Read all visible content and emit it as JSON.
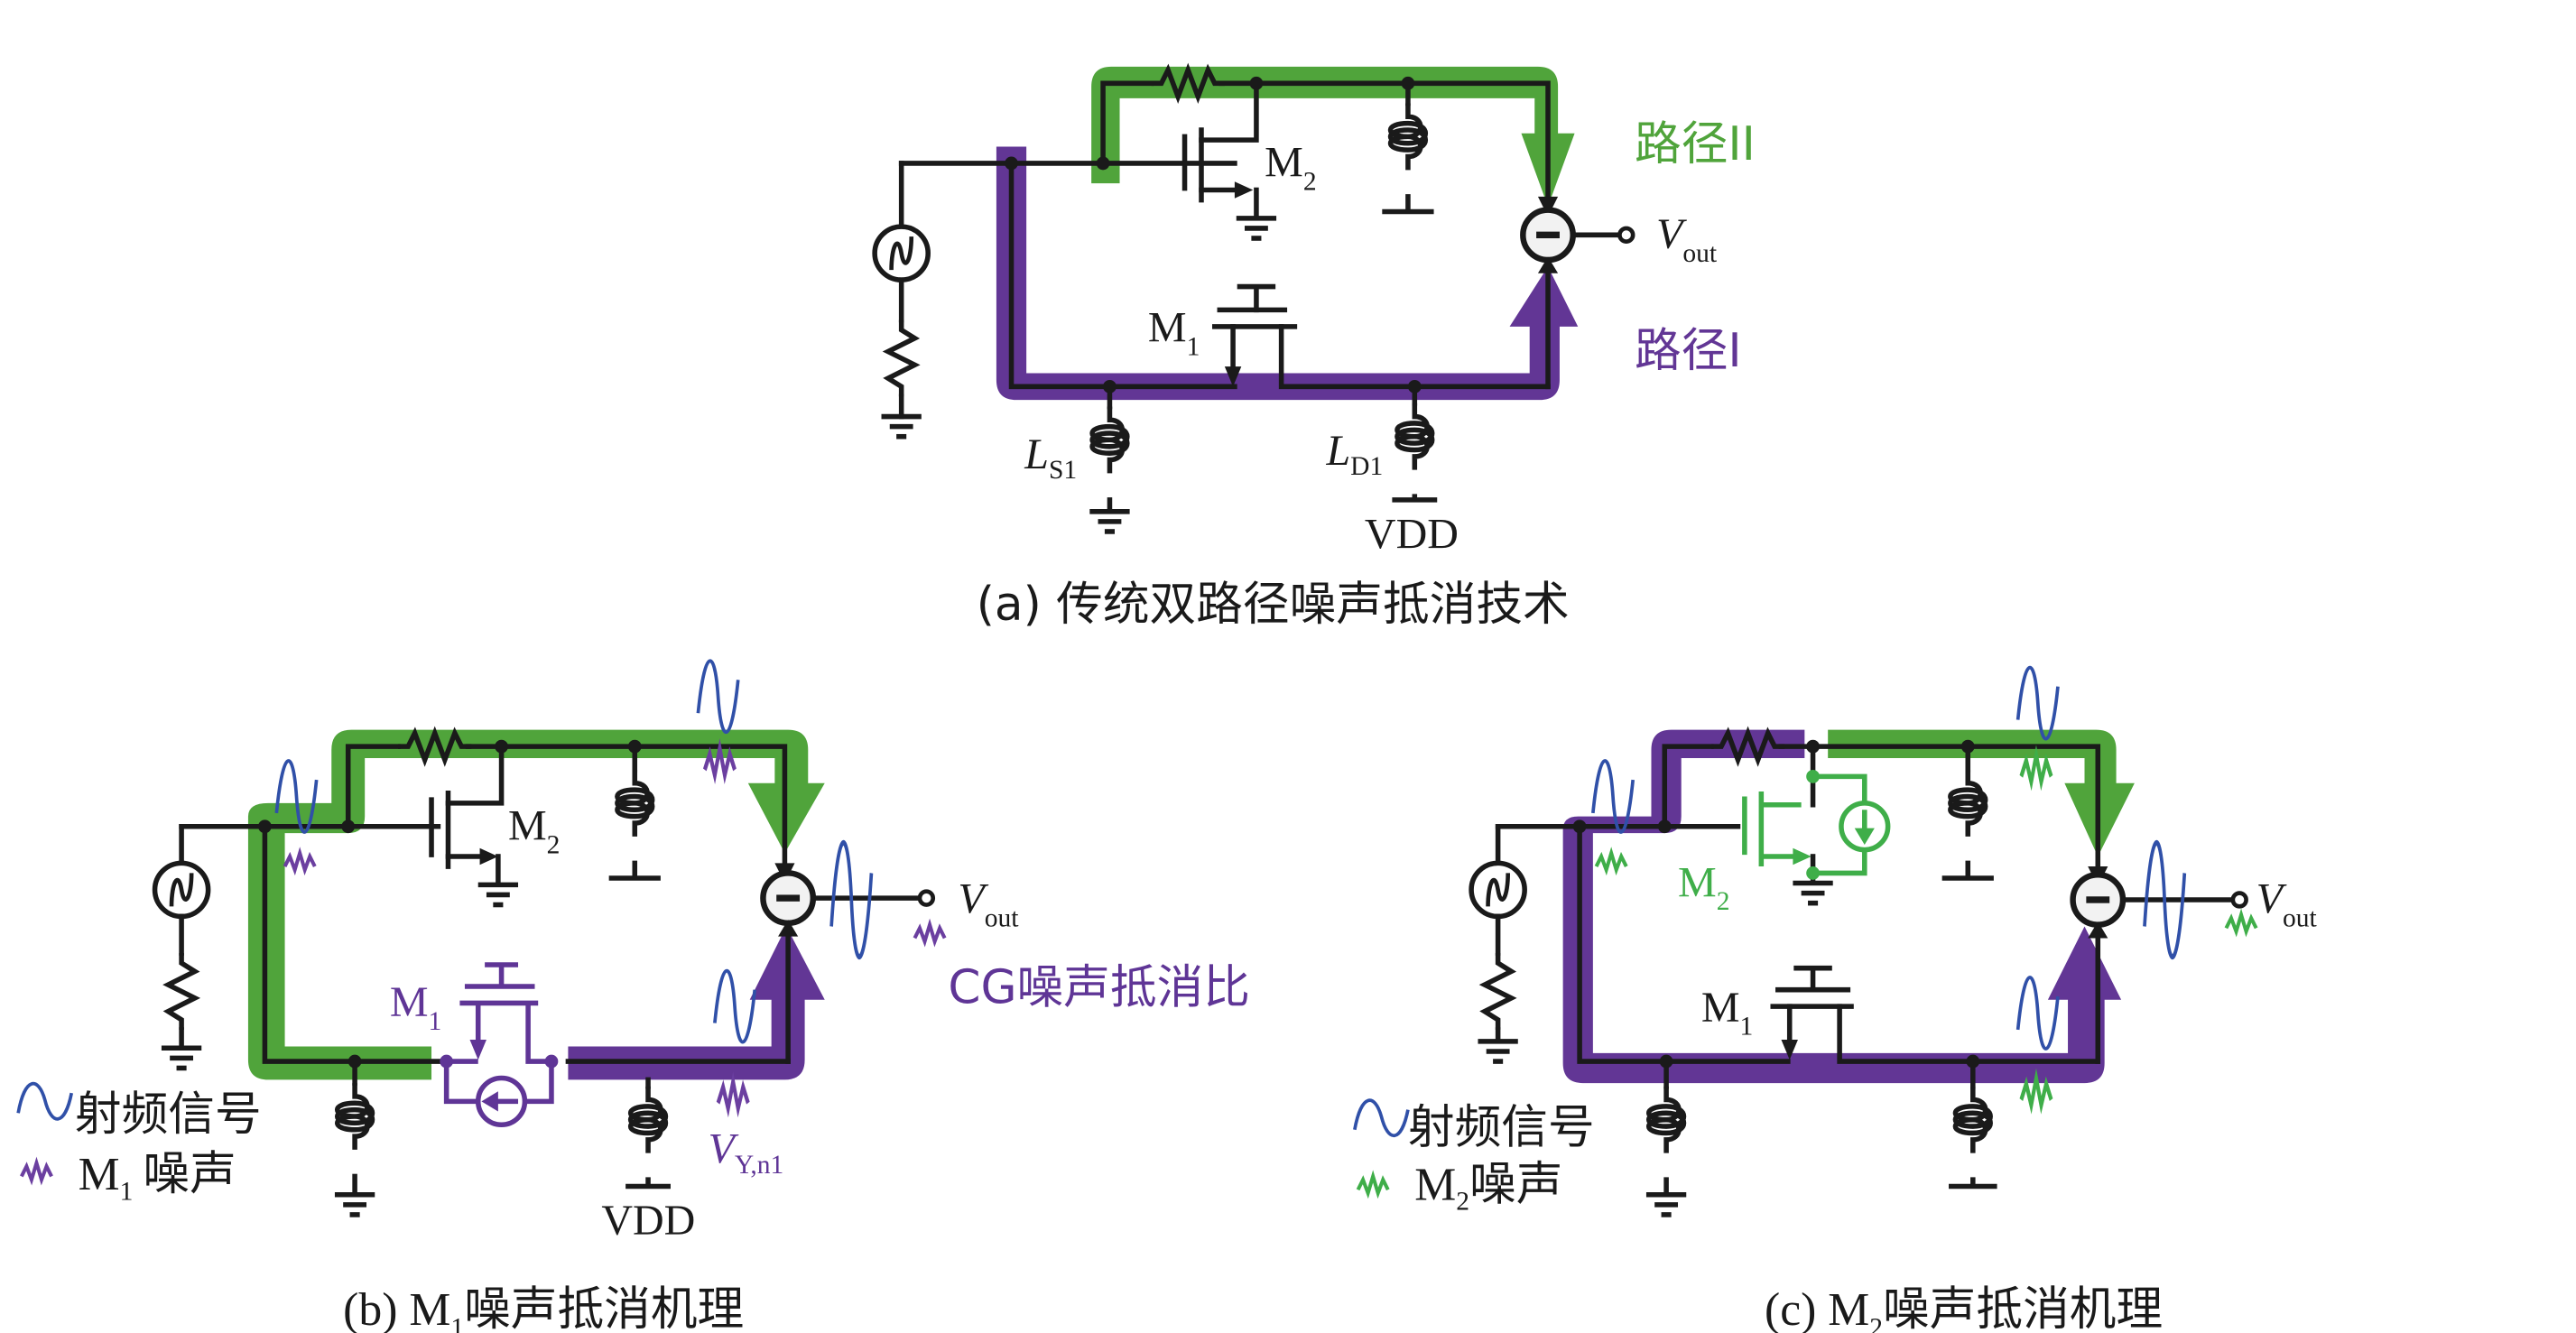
{
  "figure": {
    "colors": {
      "path_green": "#50a43b",
      "path_purple": "#623695",
      "rf_signal": "#3050a8",
      "m1_noise": "#6b3fa0",
      "m2_noise": "#3fae49",
      "wire": "#1a1a1a"
    },
    "panel_a": {
      "caption": "(a) 传统双路径噪声抵消技术",
      "path2_label": "路径II",
      "path1_label": "路径I",
      "m2": {
        "main": "M",
        "sub": "2"
      },
      "m1": {
        "main": "M",
        "sub": "1"
      },
      "vout": {
        "main": "V",
        "sub": "out"
      },
      "ls1": {
        "main": "L",
        "sub": "S1"
      },
      "ld1": {
        "main": "L",
        "sub": "D1"
      },
      "vdd": "VDD",
      "subtractor_symbol": "−"
    },
    "panel_b": {
      "caption_prefix": "(b) M",
      "caption_sub": "1",
      "caption_suffix": "噪声抵消机理",
      "m2": {
        "main": "M",
        "sub": "2"
      },
      "m1": {
        "main": "M",
        "sub": "1"
      },
      "vout": {
        "main": "V",
        "sub": "out"
      },
      "vy": {
        "main": "V",
        "sub": "Y,n1"
      },
      "vdd": "VDD",
      "cg_label": "CG噪声抵消比",
      "legend": [
        {
          "icon": "sine-wave-icon",
          "label": "射频信号"
        },
        {
          "icon": "noise-squiggle-icon",
          "label_main": "M",
          "label_sub": "1",
          "label_suffix": "噪声"
        }
      ]
    },
    "panel_c": {
      "caption_prefix": "(c) M",
      "caption_sub": "2",
      "caption_suffix": "噪声抵消机理",
      "m2": {
        "main": "M",
        "sub": "2"
      },
      "m1": {
        "main": "M",
        "sub": "1"
      },
      "vout": {
        "main": "V",
        "sub": "out"
      },
      "legend": [
        {
          "icon": "sine-wave-icon",
          "label": "射频信号"
        },
        {
          "icon": "noise-squiggle-icon",
          "label_main": "M",
          "label_sub": "2",
          "label_suffix": "噪声"
        }
      ]
    }
  }
}
